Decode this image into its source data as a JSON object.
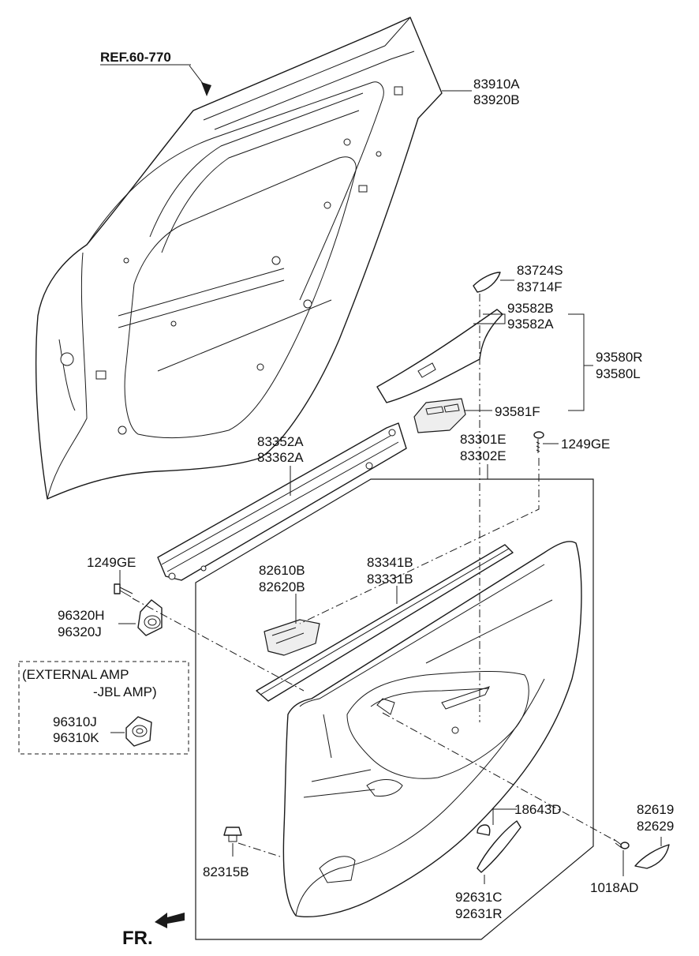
{
  "diagram": {
    "reference_label": "REF.60-770",
    "front_label": "FR.",
    "note_box": {
      "line1": "(EXTERNAL AMP",
      "line2": "-JBL AMP)"
    },
    "parts": {
      "door_panel": [
        "83910A",
        "83920B"
      ],
      "garnish": [
        "83724S",
        "83714F"
      ],
      "switch_bezel": [
        "93582B",
        "93582A"
      ],
      "switch_assembly": [
        "93580R",
        "93580L"
      ],
      "switch_unit": "93581F",
      "screw_upper": "1249GE",
      "trim_assembly": [
        "83301E",
        "83302E"
      ],
      "upper_rail": [
        "83352A",
        "83362A"
      ],
      "screw_left": "1249GE",
      "speaker": [
        "96320H",
        "96320J"
      ],
      "handle": [
        "82610B",
        "82620B"
      ],
      "weatherstrip": [
        "83341B",
        "83331B"
      ],
      "amp_speaker": [
        "96310J",
        "96310K"
      ],
      "bulb": "18643D",
      "cover": [
        "82619",
        "82629"
      ],
      "clip": "82315B",
      "pull_cup": [
        "92631C",
        "92631R"
      ],
      "screw_small": "1018AD"
    }
  }
}
